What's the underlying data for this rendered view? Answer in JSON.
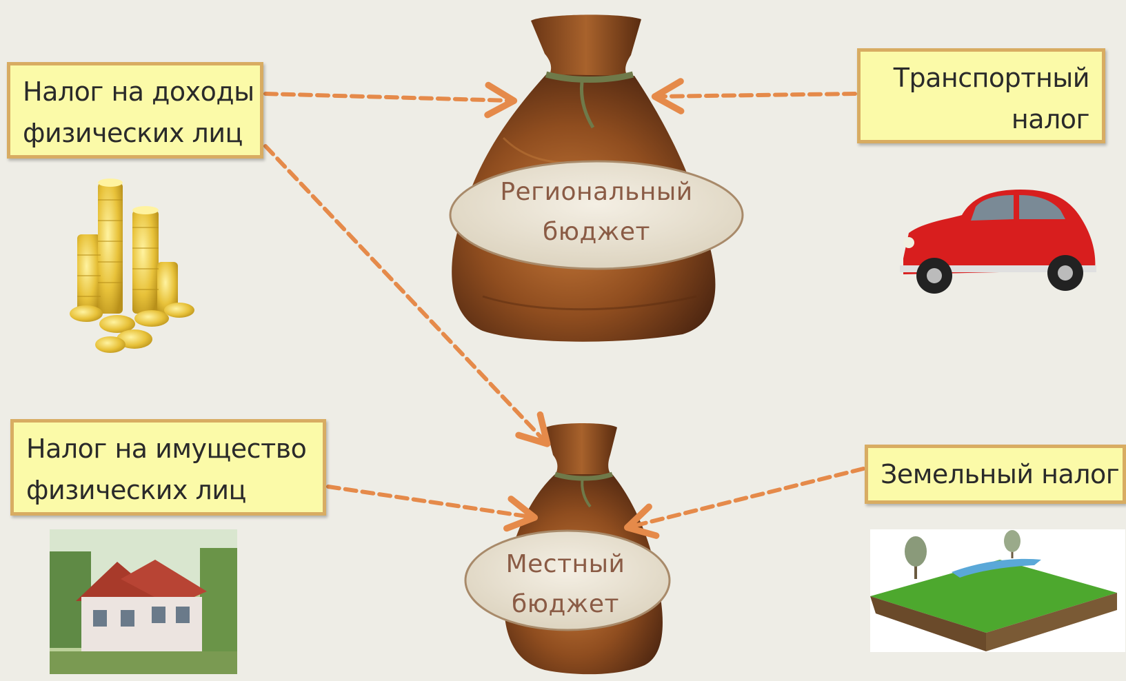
{
  "taxes": {
    "ndfl": {
      "lines": [
        "Налог на доходы",
        "физических лиц"
      ]
    },
    "transport": {
      "lines": [
        "Транспортный",
        "налог"
      ]
    },
    "property": {
      "lines": [
        "Налог на  имущество",
        "физических лиц"
      ]
    },
    "land": {
      "lines": [
        "Земельный налог"
      ]
    }
  },
  "budgets": {
    "regional": {
      "lines": [
        "Региональный",
        "бюджет"
      ]
    },
    "local": {
      "lines": [
        "Местный",
        "бюджет"
      ]
    }
  },
  "flows": [
    {
      "from": "ndfl",
      "to": "regional"
    },
    {
      "from": "ndfl",
      "to": "local"
    },
    {
      "from": "transport",
      "to": "regional"
    },
    {
      "from": "property",
      "to": "local"
    },
    {
      "from": "land",
      "to": "local"
    }
  ],
  "colors": {
    "arrow": "#e58a4a",
    "box_fill": "#fbfaa8",
    "box_border": "#d8ac62",
    "bag": "#8a4a1c",
    "label_text": "#8a5b45"
  },
  "icons": [
    "coins-stack-icon",
    "red-car-icon",
    "house-picture-icon",
    "land-plot-icon",
    "money-bag-icon"
  ]
}
